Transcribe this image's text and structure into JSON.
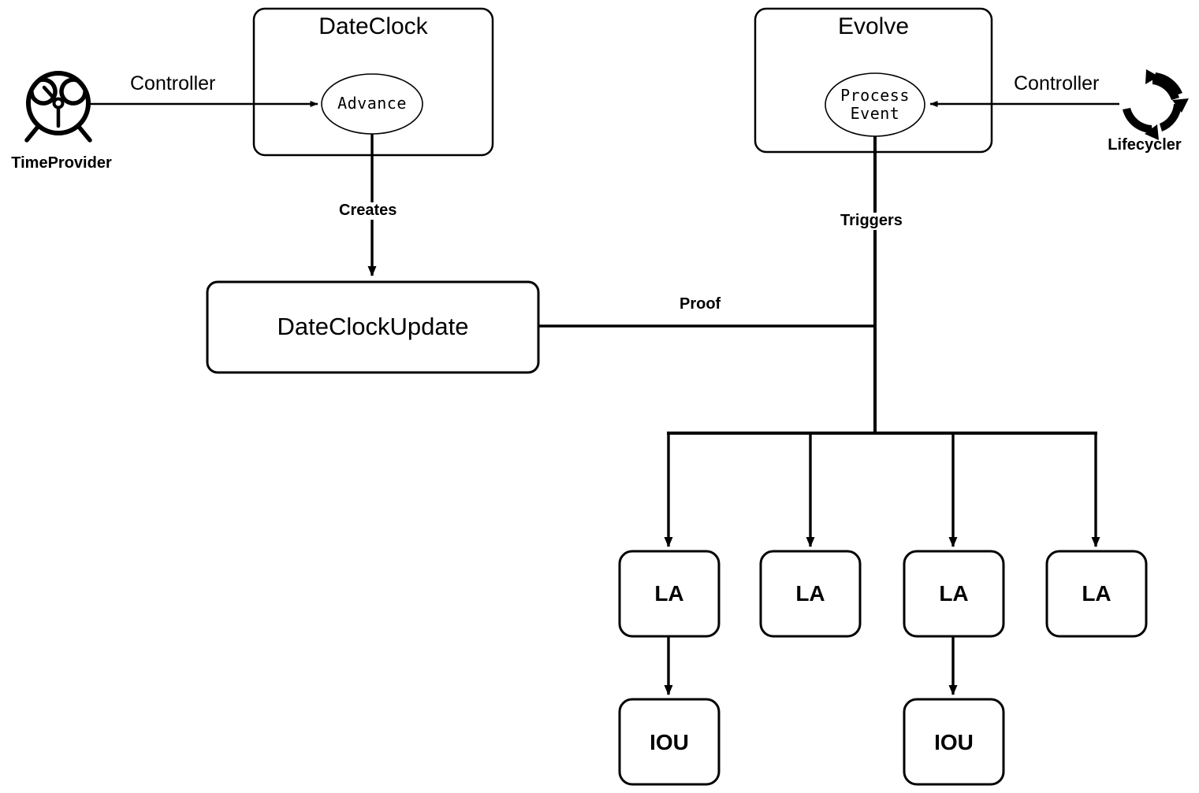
{
  "diagram": {
    "title_hidden": "",
    "containers": [
      {
        "id": "dateclock",
        "label": "DateClock"
      },
      {
        "id": "evolve",
        "label": "Evolve"
      }
    ],
    "choices": [
      {
        "id": "advance",
        "label": "Advance"
      },
      {
        "id": "process-event",
        "label_line1": "Process",
        "label_line2": "Event"
      }
    ],
    "actors": [
      {
        "id": "time-provider",
        "label": "TimeProvider",
        "icon": "alarm-clock-icon"
      },
      {
        "id": "lifecycler",
        "label": "Lifecycler",
        "icon": "cycle-arrows-icon"
      }
    ],
    "contracts": [
      {
        "id": "dateclockupdate",
        "label": "DateClockUpdate"
      }
    ],
    "nodes": [
      {
        "id": "la-1",
        "label": "LA"
      },
      {
        "id": "la-2",
        "label": "LA"
      },
      {
        "id": "la-3",
        "label": "LA"
      },
      {
        "id": "la-4",
        "label": "LA"
      },
      {
        "id": "iou-1",
        "label": "IOU"
      },
      {
        "id": "iou-2",
        "label": "IOU"
      }
    ],
    "edge_labels": [
      {
        "id": "controller-left",
        "label": "Controller",
        "weight": "regular"
      },
      {
        "id": "controller-right",
        "label": "Controller",
        "weight": "regular"
      },
      {
        "id": "creates",
        "label": "Creates",
        "weight": "bold"
      },
      {
        "id": "triggers",
        "label": "Triggers",
        "weight": "bold"
      },
      {
        "id": "proof",
        "label": "Proof",
        "weight": "bold"
      }
    ],
    "colors": {
      "stroke": "#000000",
      "background": "#ffffff",
      "text": "#000000"
    }
  }
}
